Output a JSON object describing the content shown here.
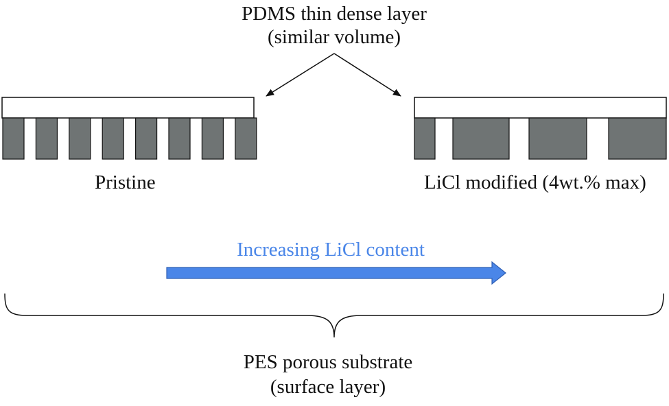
{
  "labels": {
    "top_title": "PDMS thin dense layer",
    "top_subtitle": "(similar volume)",
    "pristine": "Pristine",
    "licl_modified": "LiCl modified (4wt.% max)",
    "increasing": "Increasing LiCl content",
    "bottom_title": "PES porous substrate",
    "bottom_subtitle": "(surface layer)"
  },
  "colors": {
    "text": "#111111",
    "pore_fill": "#6f7474",
    "layer_fill": "#ffffff",
    "outline": "#111111",
    "arrow_fill": "#4a86e8",
    "arrow_stroke": "#2f5fb3",
    "accent_text": "#4a86e8"
  }
}
